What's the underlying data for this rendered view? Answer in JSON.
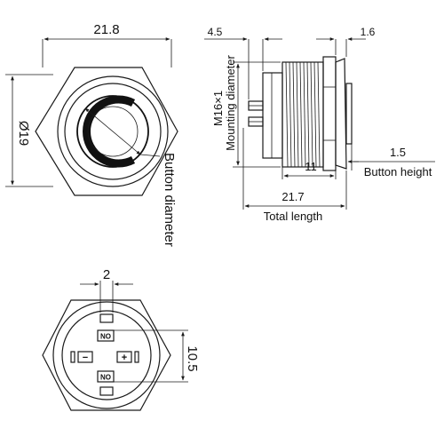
{
  "front_view": {
    "width_dim": "21.8",
    "height_dim": "Ø19",
    "button_label": "Button diameter"
  },
  "side_view": {
    "dim_left_top": "4.5",
    "dim_right_top": "1.6",
    "thread_label": "M16×1",
    "mount_label": "Mounting diameter",
    "dim_11": "11",
    "dim_button_height": "1.5",
    "button_height_label": "Button height",
    "dim_total": "21.7",
    "total_label": "Total length"
  },
  "back_view": {
    "pin_dim": "2",
    "spacing_dim": "10.5",
    "terminal_no_top": "NO",
    "terminal_no_bottom": "NO",
    "terminal_minus": "−",
    "terminal_plus": "+"
  }
}
